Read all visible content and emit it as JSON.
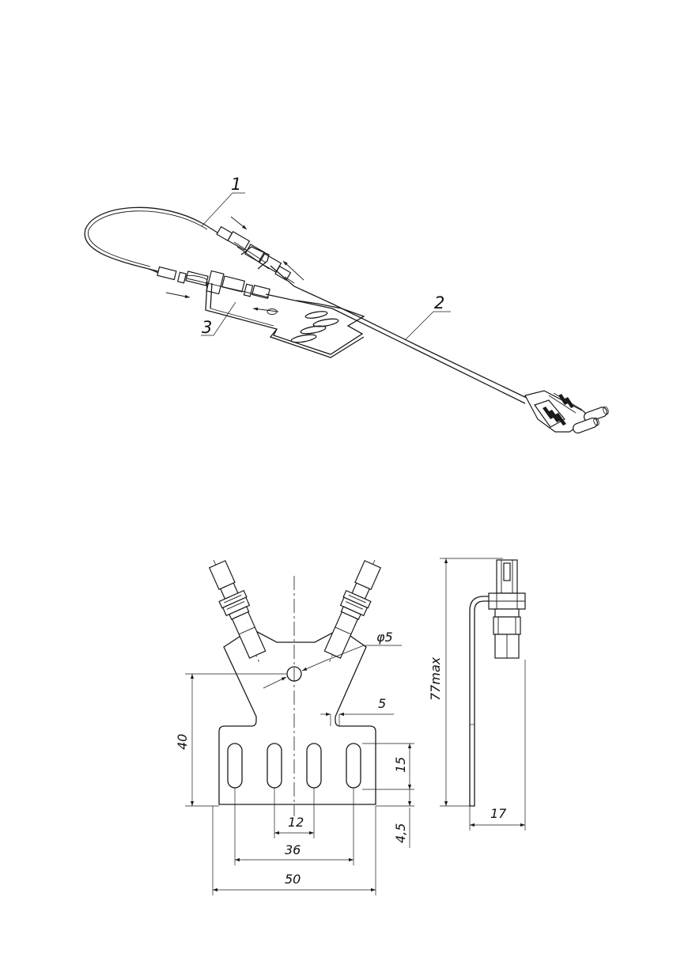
{
  "callouts": {
    "part1": "1",
    "part2": "2",
    "part3": "3"
  },
  "dimensions": {
    "hole_diameter": "φ5",
    "notch_width": "5",
    "height_to_hole": "40",
    "slot_length": "15",
    "slot_spacing": "12",
    "slots_outer_spacing": "36",
    "overall_width": "50",
    "bottom_offset": "4,5",
    "overall_height": "77max",
    "side_depth": "17"
  }
}
